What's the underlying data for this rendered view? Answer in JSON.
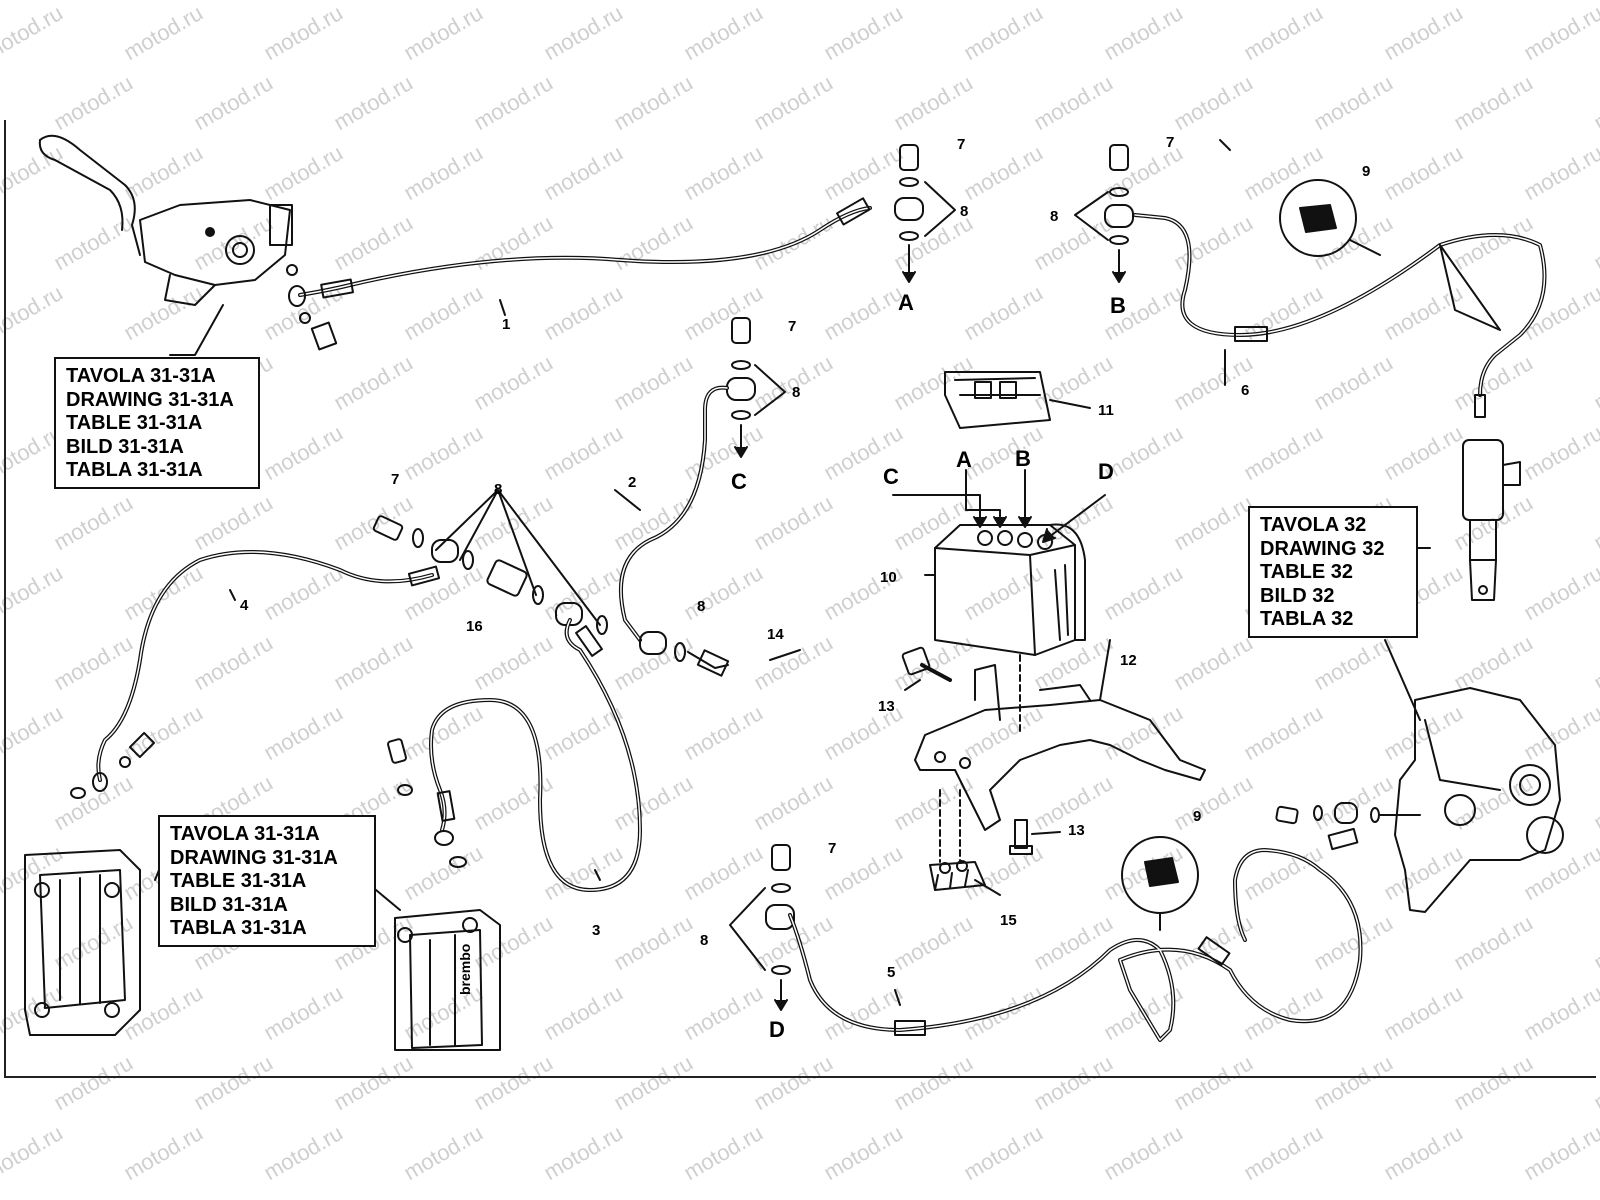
{
  "watermark": "motod.ru",
  "reference_boxes": [
    {
      "lines": [
        "TAVOLA 31-31A",
        "DRAWING 31-31A",
        "TABLE 31-31A",
        "BILD 31-31A",
        "TABLA 31-31A"
      ]
    },
    {
      "lines": [
        "TAVOLA 31-31A",
        "DRAWING 31-31A",
        "TABLE 31-31A",
        "BILD 31-31A",
        "TABLA 31-31A"
      ]
    },
    {
      "lines": [
        "TAVOLA 32",
        "DRAWING 32",
        "TABLE 32",
        "BILD 32",
        "TABLA 32"
      ]
    }
  ],
  "callouts": [
    "1",
    "2",
    "3",
    "4",
    "5",
    "6",
    "7",
    "7",
    "7",
    "7",
    "7",
    "8",
    "8",
    "8",
    "8",
    "8",
    "8",
    "9",
    "9",
    "10",
    "11",
    "12",
    "13",
    "13",
    "14",
    "15",
    "16"
  ],
  "letters": [
    "A",
    "A",
    "B",
    "B",
    "C",
    "C",
    "D",
    "D"
  ],
  "caliper_brand": "brembo"
}
